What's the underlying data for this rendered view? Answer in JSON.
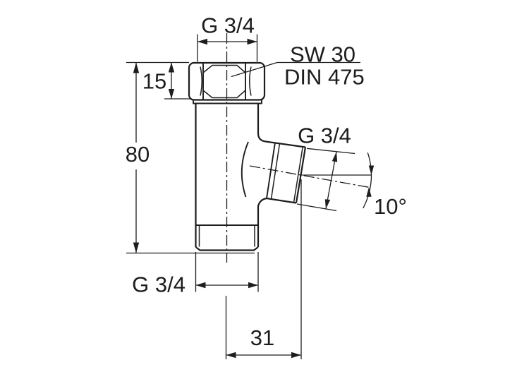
{
  "drawing": {
    "title": "Valve fitting technical drawing",
    "labels": {
      "top_thread": "G 3/4",
      "wrench_size": "SW 30",
      "norm": "DIN 475",
      "nut_height": "15",
      "total_height": "80",
      "outlet_thread": "G 3/4",
      "outlet_angle": "10°",
      "bottom_thread": "G 3/4",
      "outlet_offset": "31"
    },
    "colors": {
      "line": "#1d1d1d",
      "background": "#ffffff"
    }
  }
}
